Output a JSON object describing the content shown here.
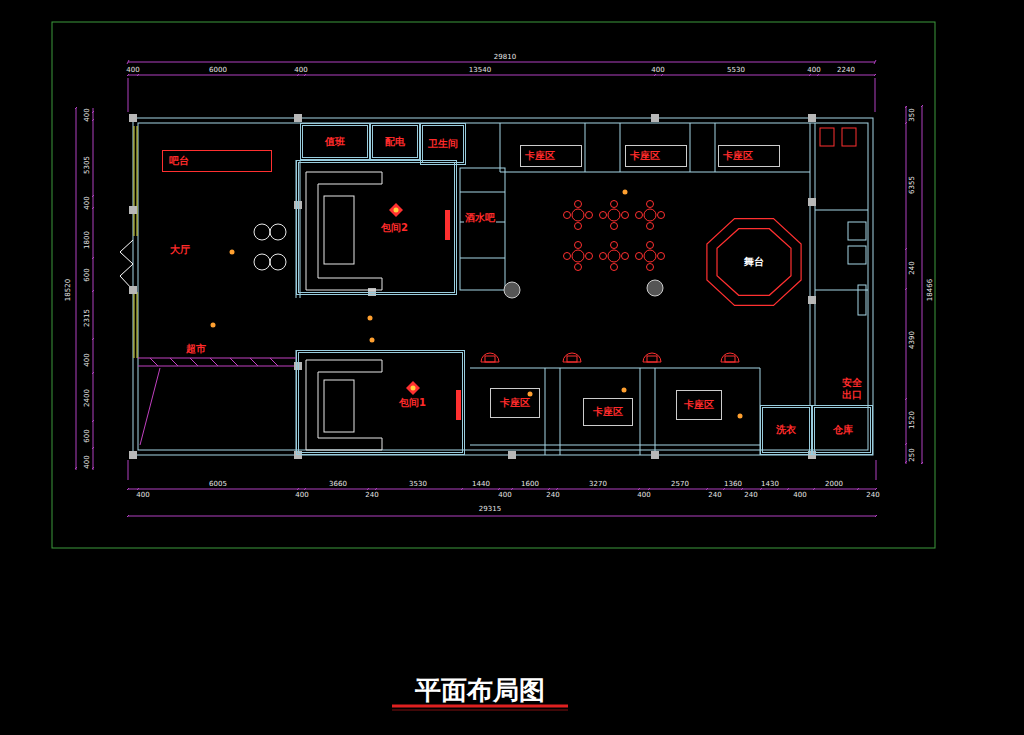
{
  "diagram": {
    "caption": "平面布局图",
    "nodes": [
      {
        "text": [
          "吧台"
        ]
      },
      {
        "text": [
          "值班"
        ]
      },
      {
        "text": [
          "配电"
        ]
      },
      {
        "text": [
          "卫生间"
        ]
      },
      {
        "text": [
          "包间2"
        ]
      },
      {
        "text": [
          "包间1"
        ]
      },
      {
        "text": [
          "卡座区"
        ]
      },
      {
        "text": [
          "卡座区"
        ]
      },
      {
        "text": [
          "卡座区"
        ]
      },
      {
        "text": [
          "舞台"
        ]
      },
      {
        "text": [
          "卡座区"
        ]
      },
      {
        "text": [
          "卡座区"
        ]
      },
      {
        "text": [
          "卡座区"
        ]
      },
      {
        "text": [
          "洗衣"
        ]
      },
      {
        "text": [
          "仓库"
        ]
      }
    ],
    "labels": [
      "大厅",
      "超市",
      "酒水吧",
      "安全出口",
      "29810",
      "400",
      "6000",
      "400",
      "13540",
      "400",
      "5530",
      "400",
      "2240",
      "400",
      "6005",
      "400",
      "3660",
      "240",
      "3530",
      "1440",
      "400",
      "1600",
      "240",
      "3270",
      "400",
      "2570",
      "240",
      "1360",
      "240",
      "1430",
      "400",
      "2000",
      "240",
      "29315",
      "400",
      "5305",
      "400",
      "1800",
      "600",
      "2315",
      "400",
      "2400",
      "600",
      "400",
      "18520",
      "350",
      "6355",
      "240",
      "4390",
      "1520",
      "250",
      "18466"
    ]
  }
}
